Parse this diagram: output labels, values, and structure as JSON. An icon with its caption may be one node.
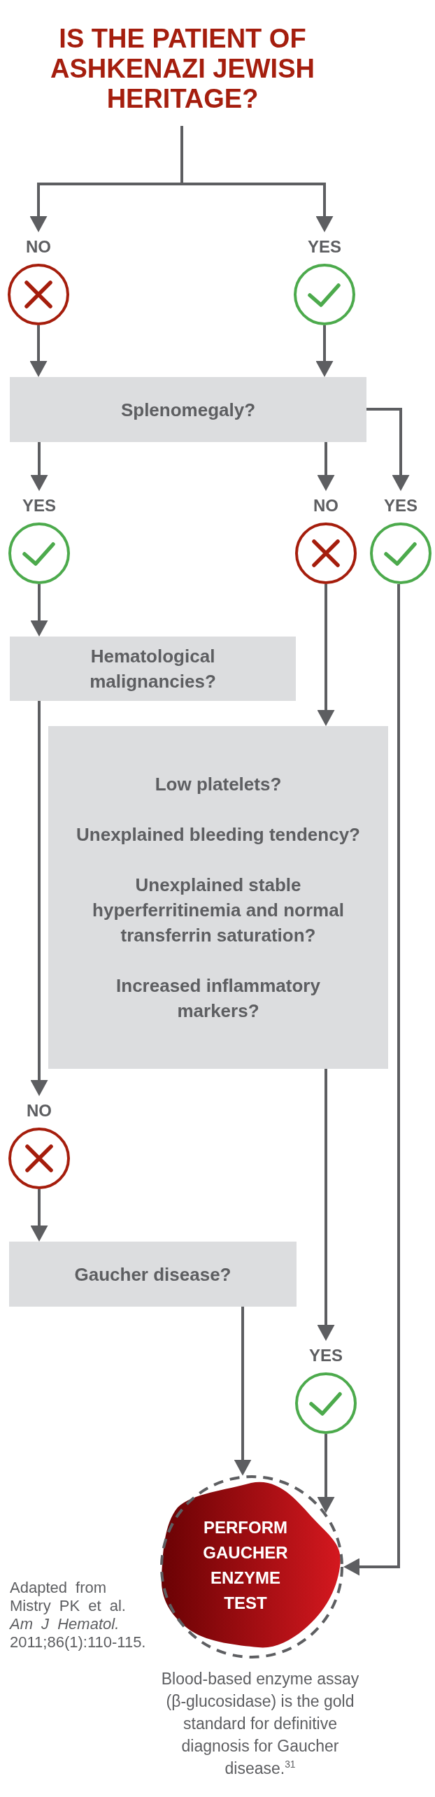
{
  "diagram": {
    "nodes": [
      {
        "text": [
          "IS THE PATIENT OF ASHKENAZI JEWISH HERITAGE?"
        ]
      },
      {
        "text": [
          "NO"
        ]
      },
      {
        "text": [
          "YES"
        ]
      },
      {
        "text": [
          "Splenomegaly?"
        ]
      },
      {
        "text": [
          "YES"
        ]
      },
      {
        "text": [
          "NO"
        ]
      },
      {
        "text": [
          "YES"
        ]
      },
      {
        "text": [
          "Hematological malignancies?"
        ]
      },
      {
        "text": [
          "Low platelets?",
          "Unexplained bleeding tendency?",
          "Unexplained stable hyperferritinemia and normal transferrin saturation?",
          "Increased inflammatory markers?"
        ]
      },
      {
        "text": [
          "NO"
        ]
      },
      {
        "text": [
          "Gaucher disease?"
        ]
      },
      {
        "text": [
          "YES"
        ]
      },
      {
        "text": [
          "PERFORM GAUCHER ENZYME TEST"
        ],
        "beside": [
          "Blood-based enzyme assay (β-glucosidase) is the gold standard for definitive diagnosis for Gaucher disease.$^{31}$"
        ]
      }
    ],
    "edges": [
      {
        "from": 0,
        "to": 1,
        "arrow": "to"
      },
      {
        "from": 0,
        "to": 2,
        "arrow": "to"
      },
      {
        "from": 1,
        "to": 3,
        "arrow": "to"
      },
      {
        "from": 2,
        "to": 3,
        "arrow": "to"
      },
      {
        "from": 3,
        "to": 4,
        "arrow": "to"
      },
      {
        "from": 3,
        "to": 5,
        "arrow": "to"
      },
      {
        "from": 3,
        "to": 6,
        "arrow": "to"
      },
      {
        "from": 4,
        "to": 7,
        "arrow": "to"
      },
      {
        "from": 5,
        "to": 8,
        "arrow": "to"
      },
      {
        "from": 6,
        "to": 12,
        "arrow": "to"
      },
      {
        "from": 7,
        "to": 9,
        "arrow": "to"
      },
      {
        "from": 9,
        "to": 10,
        "arrow": "to"
      },
      {
        "from": 8,
        "to": 11,
        "arrow": "to"
      },
      {
        "from": 10,
        "to": 12,
        "arrow": "to"
      },
      {
        "from": 11,
        "to": 12,
        "arrow": "to"
      }
    ],
    "labels": [
      "Adapted from Mistry PK et al. *Am J Hematol.* 2011;86(1):110-115."
    ]
  }
}
